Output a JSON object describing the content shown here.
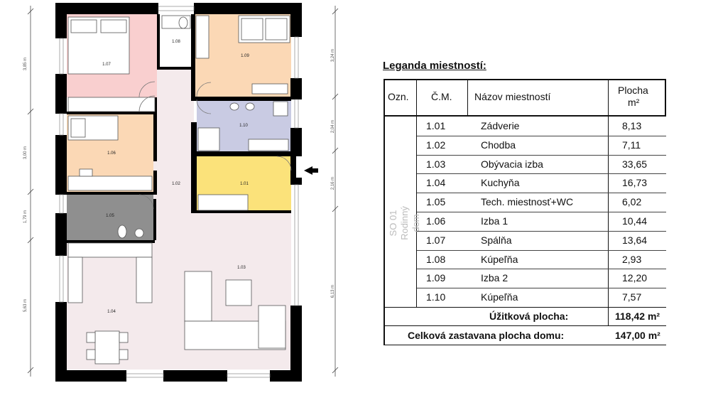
{
  "colors": {
    "room_107": "#f9cfcf",
    "room_106": "#fbd8b5",
    "room_109": "#fbd8b5",
    "room_110": "#c9cbe3",
    "room_101": "#fbe27a",
    "room_105": "#8f8f8f",
    "room_104": "#f4eaec",
    "room_102": "#f4eaec",
    "room_103": "#f4eaec",
    "room_108": "#ffffff",
    "wall": "#000000"
  },
  "floor_plan": {
    "rooms": [
      "1.07",
      "1.08",
      "1.09",
      "1.06",
      "1.10",
      "1.02",
      "1.01",
      "1.05",
      "1.03",
      "1.04"
    ],
    "dimensions_left": [
      "3,85 m",
      "3,00 m",
      "1,79 m",
      "5,63 m"
    ],
    "dimensions_right": [
      "3,24 m",
      "2,04 m",
      "2,16 m",
      "6,13 m"
    ]
  },
  "legend": {
    "title": "Leganda miestností:",
    "headers": {
      "ozn": "Ozn.",
      "cm": "Č.M.",
      "nazov": "Názov miestností",
      "plocha": "Plocha",
      "plocha_unit": "m²"
    },
    "group_line1": "SO 01",
    "group_line2": "Rodinný dom",
    "rows": [
      {
        "cm": "1.01",
        "name": "Zádverie",
        "area": "8,13"
      },
      {
        "cm": "1.02",
        "name": "Chodba",
        "area": "7,11"
      },
      {
        "cm": "1.03",
        "name": "Obývacia izba",
        "area": "33,65"
      },
      {
        "cm": "1.04",
        "name": "Kuchyňa",
        "area": "16,73"
      },
      {
        "cm": "1.05",
        "name": "Tech. miestnosť+WC",
        "area": "6,02"
      },
      {
        "cm": "1.06",
        "name": "Izba 1",
        "area": "10,44"
      },
      {
        "cm": "1.07",
        "name": "Spálňa",
        "area": "13,64"
      },
      {
        "cm": "1.08",
        "name": "Kúpeľňa",
        "area": "2,93"
      },
      {
        "cm": "1.09",
        "name": "Izba 2",
        "area": "12,20"
      },
      {
        "cm": "1.10",
        "name": "Kúpeľňa",
        "area": "7,57"
      }
    ],
    "usable_label": "Úžitková plocha:",
    "usable_value": "118,42 m²",
    "built_label": "Celková zastavana plocha domu:",
    "built_value": "147,00 m²"
  }
}
